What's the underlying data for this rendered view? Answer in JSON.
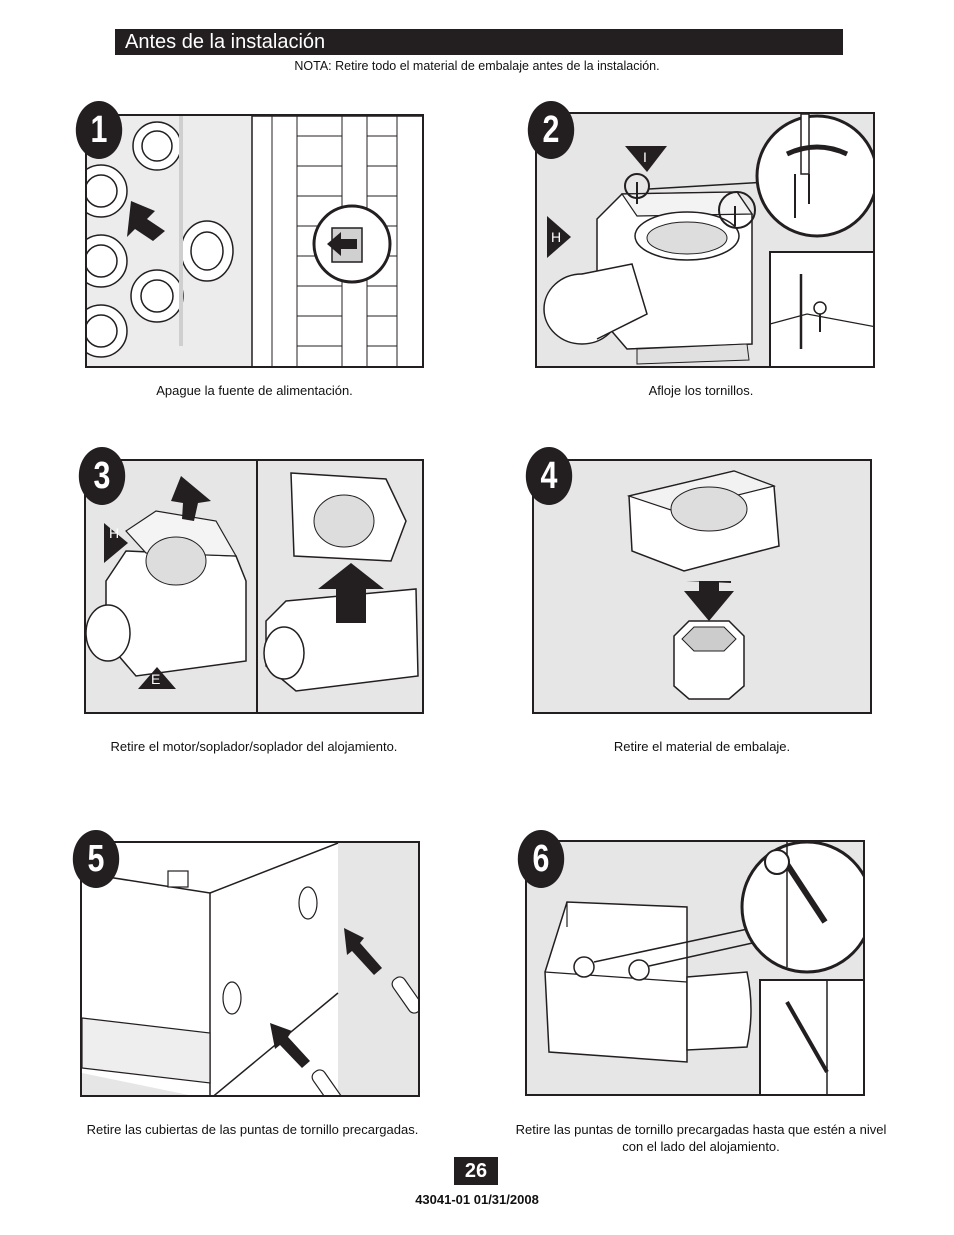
{
  "header": {
    "title": "Antes de la instalación"
  },
  "note": "NOTA: Retire todo el material de embalaje antes de la instalación.",
  "steps": [
    {
      "number": "1",
      "caption": "Apague la fuente de alimentación."
    },
    {
      "number": "2",
      "caption": "Afloje los tornillos.",
      "labels": [
        "I",
        "H"
      ]
    },
    {
      "number": "3",
      "caption": "Retire el motor/soplador/soplador del alojamiento.",
      "labels": [
        "H",
        "E"
      ]
    },
    {
      "number": "4",
      "caption": "Retire el material de embalaje."
    },
    {
      "number": "5",
      "caption": "Retire las cubiertas de las puntas de tornillo precargadas."
    },
    {
      "number": "6",
      "caption": "Retire las puntas de tornillo precargadas hasta que estén a nivel con el lado del alojamiento."
    }
  ],
  "footer": {
    "page_number": "26",
    "doc_id": "43041-01  01/31/2008"
  }
}
